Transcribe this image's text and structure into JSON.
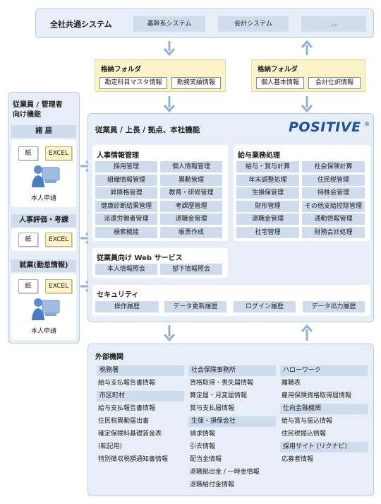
{
  "top_system": {
    "title": "全社共通システム",
    "boxes": [
      "基幹系システム",
      "会計システム",
      "…"
    ]
  },
  "folders": [
    {
      "title": "格納フォルダ",
      "items": [
        "勘定科目マスタ情報",
        "勤務実績情報"
      ]
    },
    {
      "title": "格納フォルダ",
      "items": [
        "個人基本情報",
        "会計仕訳情報"
      ]
    }
  ],
  "employee_functions": {
    "title_line1": "従業員 / 管理者",
    "title_line2": "向け機能",
    "sections": [
      {
        "title": "諸 届",
        "doc_paper": "紙",
        "doc_excel": "EXCEL",
        "caption": "本人申請"
      },
      {
        "title": "人事評価・考課",
        "doc_paper": "紙",
        "doc_excel": "EXCEL"
      },
      {
        "title": "就業(勤怠情報)",
        "doc_paper": "紙",
        "doc_excel": "EXCEL",
        "caption": "本人申請"
      }
    ]
  },
  "main": {
    "title": "従業員 / 上長 / 拠点、本社機能",
    "logo": "POSITIVE",
    "hr": {
      "title": "人事情報管理",
      "items": [
        "採用管理",
        "個人情報管理",
        "組織情報管理",
        "異動管理",
        "昇降格管理",
        "教育・研修管理",
        "健康診断結果管理",
        "考課歴管理",
        "派遣労働者管理",
        "退職金管理",
        "検索機能",
        "帳票作成"
      ]
    },
    "payroll": {
      "title": "給与業務処理",
      "items": [
        "給与・賞与計算",
        "社会保険計算",
        "年末調整処理",
        "住民税管理",
        "生損保管理",
        "持株会管理",
        "財形管理",
        "その他支給控除管理",
        "退職金管理",
        "通勤情報管理",
        "社宅管理",
        "財務会計処理"
      ]
    },
    "web": {
      "title": "従業員向け Web サービス",
      "items": [
        "本人情報照会",
        "部下情報照会"
      ]
    },
    "security": {
      "title": "セキュリティ",
      "items": [
        "操作履歴",
        "データ更新履歴",
        "ログイン履歴",
        "データ出力履歴"
      ]
    }
  },
  "external": {
    "title": "外部機関",
    "col1": [
      {
        "head": "税務署",
        "items": [
          "給与支払報告書情報"
        ]
      },
      {
        "head": "市区町村",
        "items": [
          "給与支払報告書情報",
          "住民税異動届出書",
          "確定保険料基礎賃金表",
          "(転記用)",
          "特別徴収税額通知書情報"
        ]
      }
    ],
    "col2": [
      {
        "head": "社会保険事務所",
        "items": [
          "資格取得・喪失届情報",
          "算定届・月変届情報",
          "賞与支払届情報"
        ]
      },
      {
        "head": "生保・損保会社",
        "items": [
          "請求情報",
          "引去情報",
          "配当金情報",
          "退職拠出金 / 一時金情報",
          "退職給付金情報"
        ]
      }
    ],
    "col3": [
      {
        "head": "ハローワーク",
        "items": [
          "離職表",
          "雇用保険資格取得届情報"
        ]
      },
      {
        "head": "仕向金融機関",
        "items": [
          "給与賞与振込情報",
          "住民税振込情報"
        ]
      },
      {
        "head": "採用サイト (リクナビ)",
        "items": [
          "応募者情報"
        ]
      }
    ]
  }
}
